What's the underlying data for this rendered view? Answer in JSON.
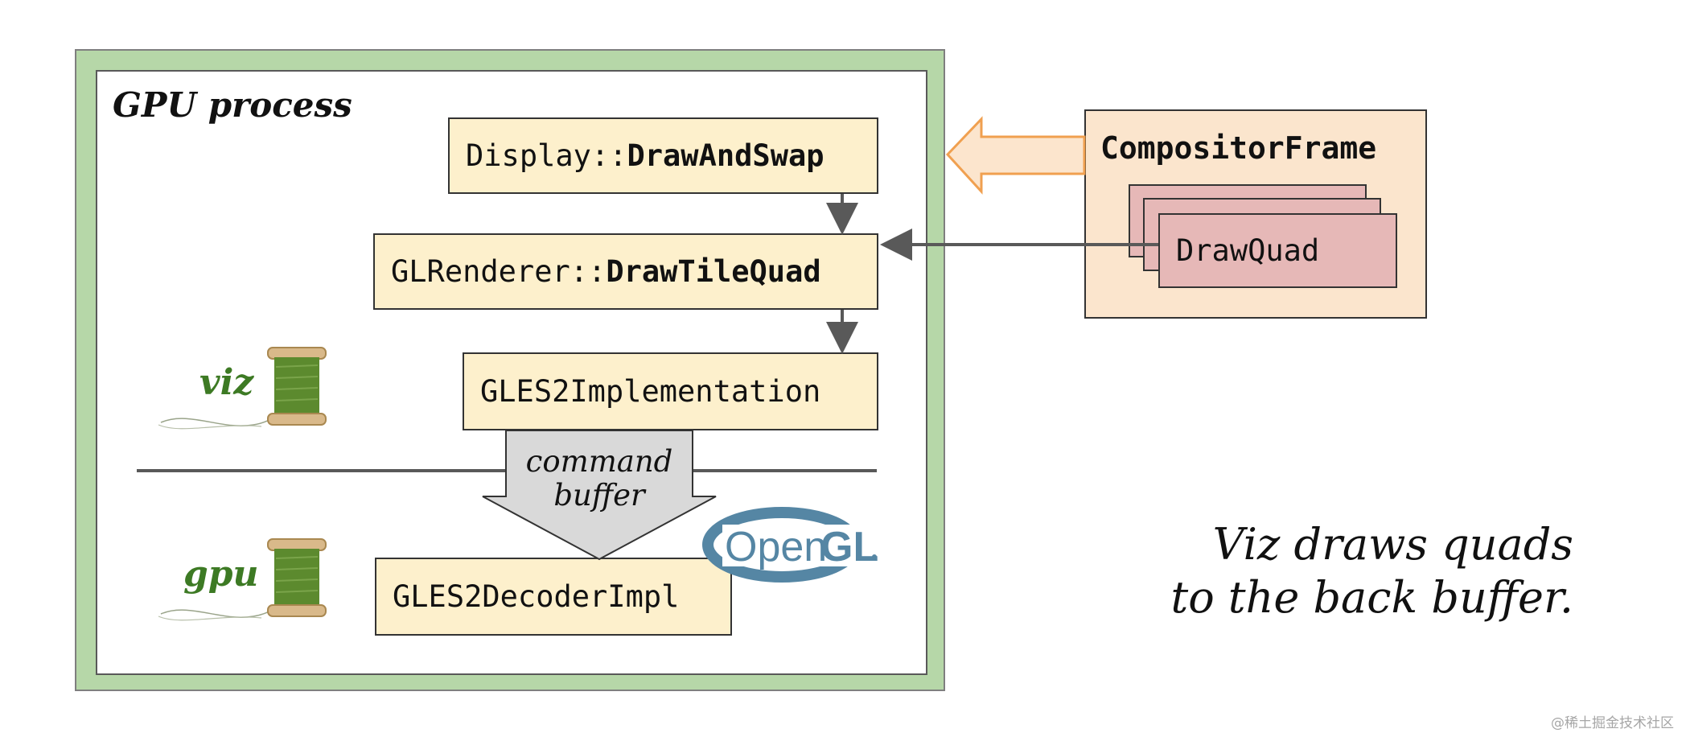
{
  "gpu_process": {
    "title": "GPU process",
    "boxes": {
      "display_prefix": "Display::",
      "display_method": "DrawAndSwap",
      "glrenderer_prefix": "GLRenderer::",
      "glrenderer_method": "DrawTileQuad",
      "gles2_impl": "GLES2Implementation",
      "gles2_decoder": "GLES2DecoderImpl"
    },
    "threads": {
      "viz": "viz",
      "gpu": "gpu"
    },
    "command_buffer": {
      "line1": "command",
      "line2": "buffer"
    },
    "opengl_logo": {
      "text_open": "Open",
      "text_gl": "GL",
      "color": "#5586a4"
    }
  },
  "compositor_frame": {
    "title": "CompositorFrame",
    "quad_label": "DrawQuad"
  },
  "caption": {
    "line1": "Viz draws quads",
    "line2": "to the back buffer."
  },
  "watermark": "@稀土掘金技术社区",
  "colors": {
    "frame_green": "#b6d7a8",
    "box_fill": "#fdf0cc",
    "compositor_fill": "#fbe5cd",
    "quad_fill": "#e6b8b7",
    "thread_green": "#3d7a24",
    "arrow_orange": "#f0a050"
  },
  "icons": [
    "spool-of-thread-icon",
    "opengl-logo"
  ]
}
